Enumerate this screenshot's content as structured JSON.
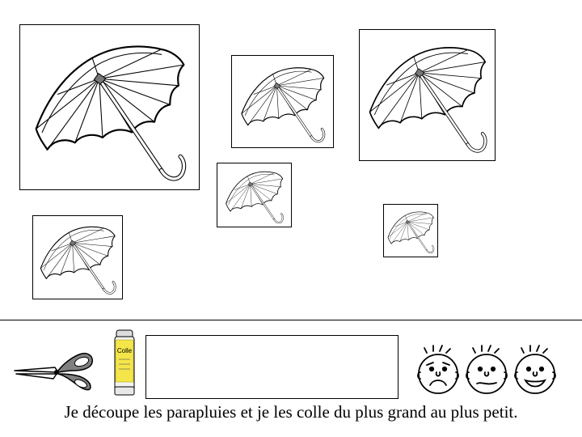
{
  "worksheet": {
    "instruction": "Je découpe les parapluies et je les colle du plus grand au plus petit.",
    "glue_label": "Colle",
    "umbrella_cards": [
      {
        "name": "umbrella-card-1",
        "icon": "umbrella-icon"
      },
      {
        "name": "umbrella-card-2",
        "icon": "umbrella-icon"
      },
      {
        "name": "umbrella-card-3",
        "icon": "umbrella-icon"
      },
      {
        "name": "umbrella-card-4",
        "icon": "umbrella-icon"
      },
      {
        "name": "umbrella-card-5",
        "icon": "umbrella-icon"
      },
      {
        "name": "umbrella-card-6",
        "icon": "umbrella-icon"
      }
    ],
    "tools": {
      "scissors_icon": "scissors-icon",
      "glue_icon": "glue-stick-icon",
      "faces": [
        "sad-face-icon",
        "neutral-face-icon",
        "happy-face-icon"
      ]
    },
    "colors": {
      "ink": "#000000",
      "glue_label": "#f4e64a",
      "scissors_handle": "#808080"
    }
  }
}
